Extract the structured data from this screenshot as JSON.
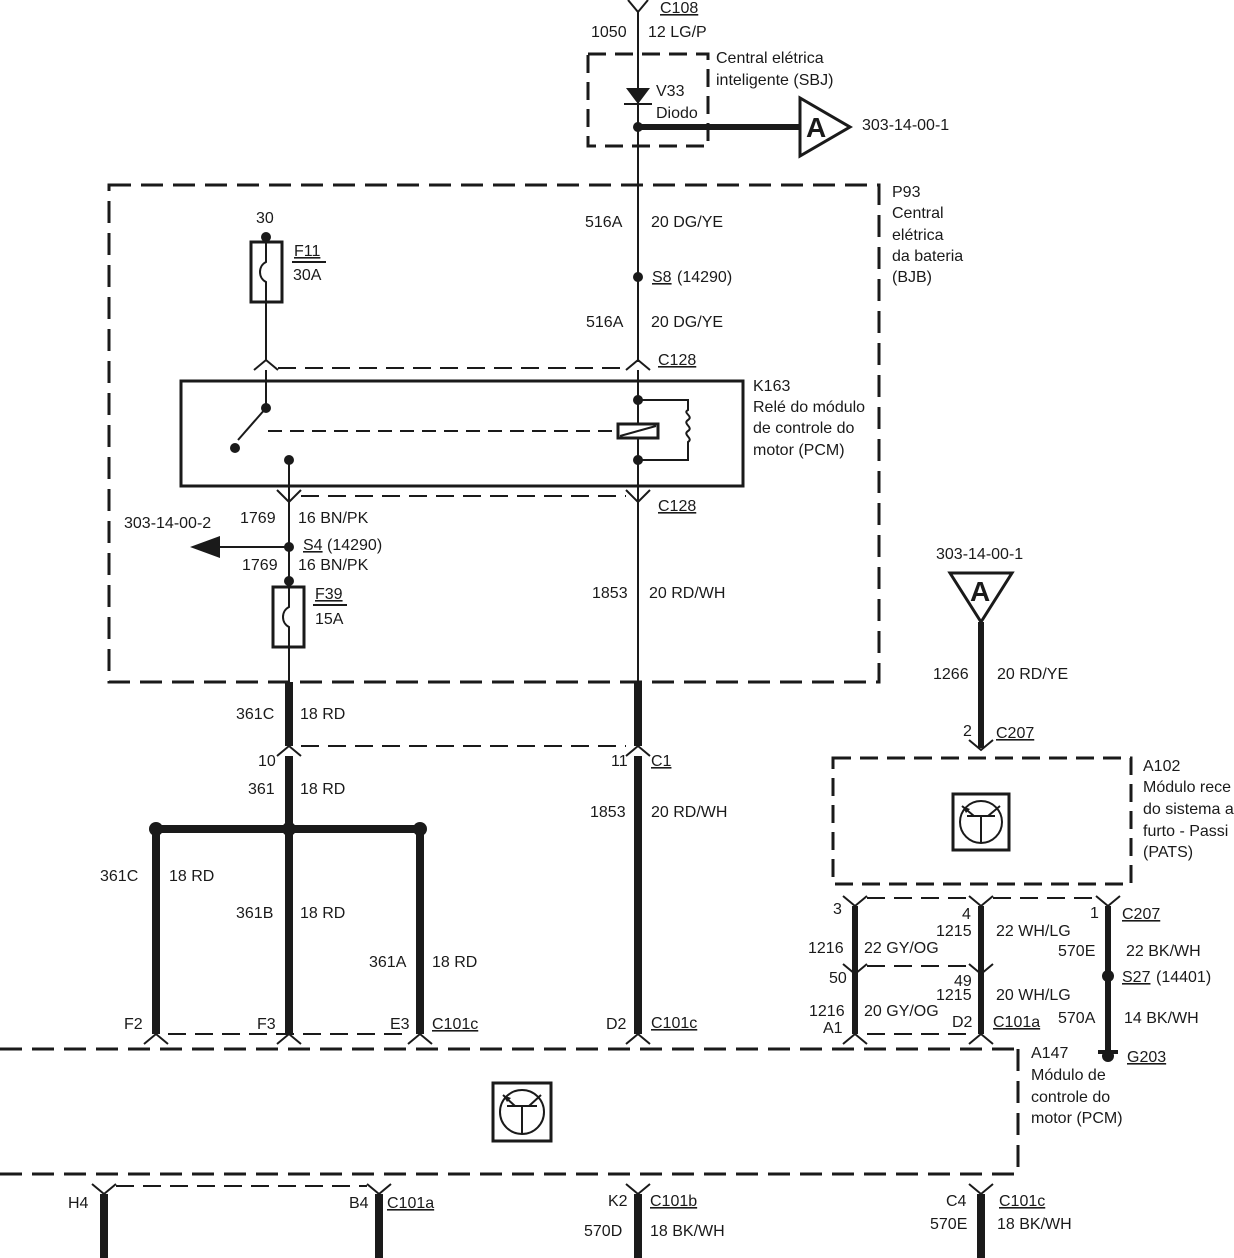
{
  "diagram": {
    "top": {
      "connector": "C108",
      "circuit": "1050",
      "wire": "12 LG/P",
      "sbj_label_1": "Central elétrica",
      "sbj_label_2": "inteligente (SBJ)",
      "diode_ref": "V33",
      "diode_name": "Diodo",
      "ref_a": "303-14-00-1",
      "ref_a_letter": "A"
    },
    "bjb": {
      "ref": "P93",
      "line1": "Central",
      "line2": " elétrica",
      "line3": "da bateria",
      "line4": "(BJB)",
      "circuit_516a_top": "516A",
      "wire_516a_top": "20 DG/YE",
      "splice_s8": "S8",
      "splice_s8_code": "(14290)",
      "circuit_516a_bottom": "516A",
      "wire_516a_bottom": "20 DG/YE",
      "connector_c128_top": "C128",
      "connector_c128_bottom": "C128",
      "pin_30": "30",
      "fuse_f11": "F11",
      "fuse_f11_rating": "30A",
      "relay_ref": "K163",
      "relay_line1": "Relé do módulo",
      "relay_line2": "de controle do",
      "relay_line3": "motor (PCM)",
      "circuit_1769_top": "1769",
      "wire_1769_top": "16 BN/PK",
      "ref_left": "303-14-00-2",
      "splice_s4": "S4",
      "splice_s4_code": "(14290)",
      "circuit_1769_bottom": "1769",
      "wire_1769_bottom": "16 BN/PK",
      "fuse_f39": "F39",
      "fuse_f39_rating": "15A",
      "circuit_1853": "1853",
      "wire_1853": "20 RD/WH"
    },
    "mid": {
      "circuit_361c_top": "361C",
      "wire_361c_top": "18 RD",
      "pin_10": "10",
      "pin_11": "11",
      "connector_c1": "C1",
      "circuit_361": "361",
      "wire_361": "18 RD",
      "circuit_1853_b": "1853",
      "wire_1853_b": "20 RD/WH",
      "circuit_361c": "361C",
      "wire_361c": "18 RD",
      "circuit_361b": "361B",
      "wire_361b": "18 RD",
      "circuit_361a": "361A",
      "wire_361a": "18 RD",
      "pin_f2": "F2",
      "pin_f3": "F3",
      "pin_e3": "E3",
      "connector_c101c_1": "C101c",
      "pin_d2": "D2",
      "connector_c101c_2": "C101c"
    },
    "pats": {
      "ref_top": "303-14-00-1",
      "ref_letter": "A",
      "circuit_1266": "1266",
      "wire_1266": "20 RD/YE",
      "pin_2": "2",
      "connector_c207_top": "C207",
      "module_ref": "A102",
      "module_line1": "Módulo rece",
      "module_line2": "do sistema a",
      "module_line3": "furto - Passi",
      "module_line4": "(PATS)",
      "pin_3": "3",
      "pin_4": "4",
      "pin_1": "1",
      "connector_c207_bottom": "C207",
      "circuit_1216_top": "1216",
      "wire_1216_top": "22 GY/OG",
      "circuit_1215_top": "1215",
      "wire_1215_top": "22 WH/LG",
      "circuit_570e_top": "570E",
      "wire_570e_top": "22 BK/WH",
      "splice_s27": "S27",
      "splice_s27_code": "(14401)",
      "pin_50": "50",
      "pin_49": "49",
      "circuit_1215_bottom": "1215",
      "wire_1215_bottom": "20 WH/LG",
      "circuit_1216_bottom": "1216",
      "wire_1216_bottom": "20 GY/OG",
      "pin_a1": "A1",
      "pin_d2": "D2",
      "connector_c101a": "C101a",
      "circuit_570a": "570A",
      "wire_570a": "14 BK/WH",
      "ground_g203": "G203"
    },
    "pcm": {
      "ref": "A147",
      "line1": "Módulo de",
      "line2": "controle do",
      "line3": "motor (PCM)"
    },
    "bottom": {
      "pin_h4": "H4",
      "pin_b4": "B4",
      "connector_c101a": "C101a",
      "pin_k2": "K2",
      "connector_c101b": "C101b",
      "circuit_570d": "570D",
      "wire_570d": "18 BK/WH",
      "pin_c4": "C4",
      "connector_c101c": "C101c",
      "circuit_570e": "570E",
      "wire_570e": "18 BK/WH"
    }
  }
}
